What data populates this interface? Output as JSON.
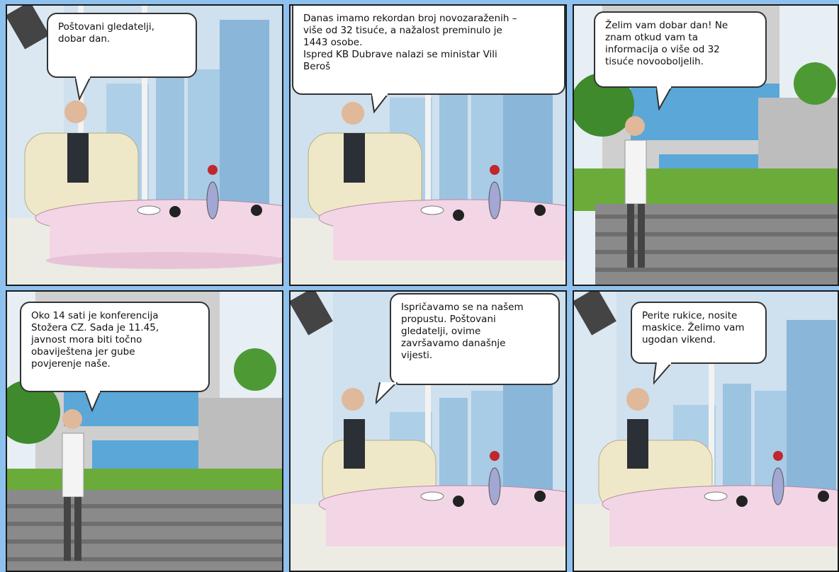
{
  "comic": {
    "panels": [
      {
        "id": "p1",
        "scene": "studio",
        "speaker": "anchor",
        "text": "Poštovani gledatelji,\ndobar dan."
      },
      {
        "id": "p2",
        "scene": "studio",
        "speaker": "anchor",
        "text": "Danas imamo rekordan broj novozaraženih –\nviše od 32 tisuće, a nažalost preminulo je\n1443 osobe.\nIspred KB Dubrave nalazi se ministar Vili\nBeroš"
      },
      {
        "id": "p3",
        "scene": "hospital",
        "speaker": "doctor",
        "text": "Želim vam dobar dan! Ne\nznam otkud vam ta\ninformacija o više od 32\ntisuće novooboljelih."
      },
      {
        "id": "p4",
        "scene": "hospital",
        "speaker": "doctor",
        "text": "Oko 14 sati je konferencija\nStožera CZ. Sada je 11.45,\njavnost mora biti točno\nobaviještena jer gube\npovjerenje naše."
      },
      {
        "id": "p5",
        "scene": "studio",
        "speaker": "anchor",
        "text": "Ispričavamo se na našem\npropustu. Poštovani\ngledatelji, ovime\nzavršavamo današnje\nvijesti."
      },
      {
        "id": "p6",
        "scene": "studio",
        "speaker": "anchor",
        "text": "Perite rukice, nosite\nmaskice. Želimo vam\nugodan vikend."
      }
    ]
  },
  "colors": {
    "page_bg": "#8fc1ee",
    "panel_border": "#1a1a1a",
    "sky": "#dbe8f2",
    "building": "#9cc3e0",
    "table": "#f3d6e6",
    "grass": "#6bab3a"
  }
}
